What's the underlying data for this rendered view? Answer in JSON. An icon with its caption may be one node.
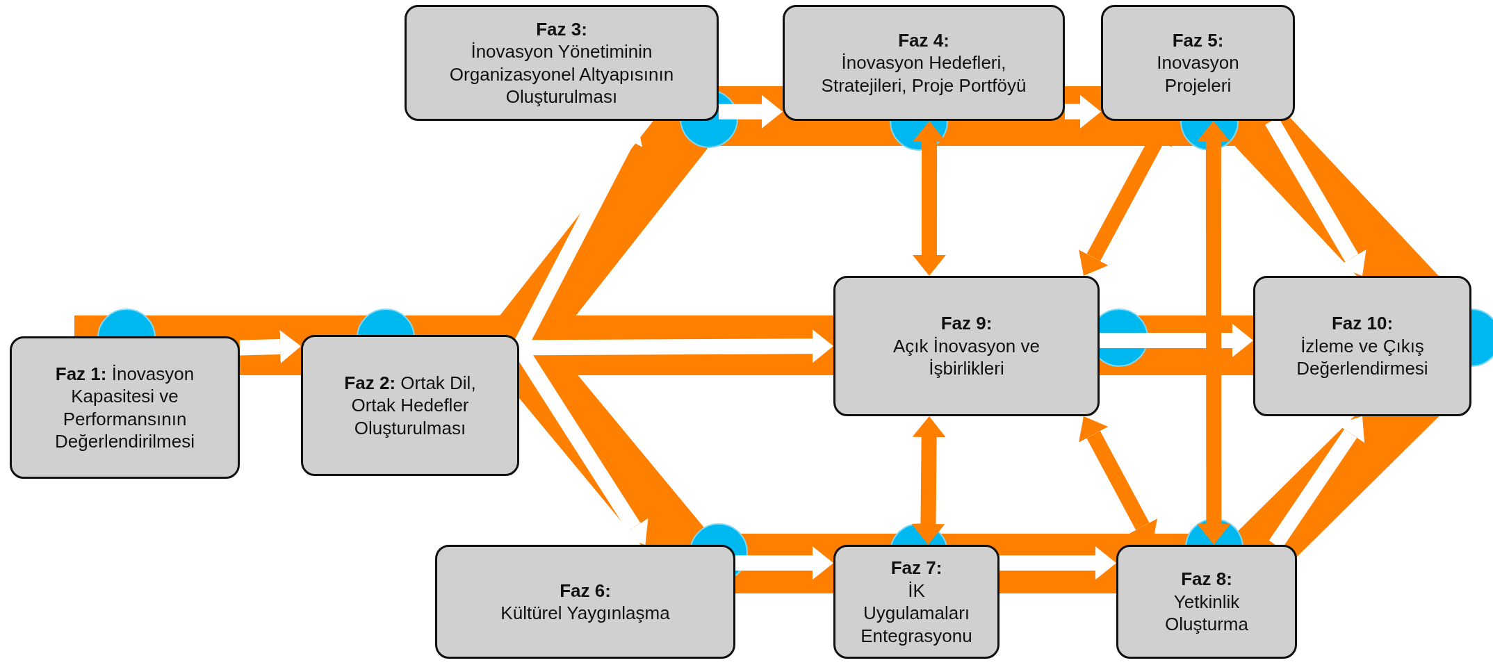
{
  "diagram": {
    "nodes": [
      {
        "text": [
          "**Faz 1:** İnovasyon Kapasitesi ve Performansının Değerlendirilmesi"
        ]
      },
      {
        "text": [
          "**Faz 2:** Ortak Dil, Ortak Hedefler Oluşturulması"
        ]
      },
      {
        "text": [
          "Faz 3:",
          "İnovasyon Yönetiminin Organizasyonel Altyapısının Oluşturulması"
        ]
      },
      {
        "text": [
          "Faz 4:",
          "İnovasyon Hedefleri, Stratejileri, Proje Portföyü"
        ]
      },
      {
        "text": [
          "Faz 5:",
          "Inovasyon Projeleri"
        ]
      },
      {
        "text": [
          "Faz 6:",
          "Kültürel Yaygınlaşma"
        ]
      },
      {
        "text": [
          "Faz 7:",
          "İK Uygulamaları Entegrasyonu"
        ]
      },
      {
        "text": [
          "Faz 8:",
          "Yetkinlik Oluşturma"
        ]
      },
      {
        "text": [
          "Faz 9:",
          "Açık İnovasyon ve İşbirlikleri"
        ]
      },
      {
        "text": [
          "Faz 10:",
          "İzleme ve Çıkış Değerlendirmesi"
        ]
      }
    ],
    "edges": [
      {
        "from": 0,
        "to": 1,
        "arrow": "to"
      },
      {
        "from": 1,
        "to": 2,
        "arrow": "to"
      },
      {
        "from": 1,
        "to": 8,
        "arrow": "to"
      },
      {
        "from": 1,
        "to": 5,
        "arrow": "to"
      },
      {
        "from": 2,
        "to": 3,
        "arrow": "to"
      },
      {
        "from": 3,
        "to": 4,
        "arrow": "to"
      },
      {
        "from": 5,
        "to": 6,
        "arrow": "to"
      },
      {
        "from": 6,
        "to": 7,
        "arrow": "to"
      },
      {
        "from": 8,
        "to": 9,
        "arrow": "to"
      },
      {
        "from": 4,
        "to": 9,
        "arrow": "to"
      },
      {
        "from": 7,
        "to": 9,
        "arrow": "to"
      },
      {
        "from": 3,
        "to": 8,
        "arrow": "both",
        "color": "#ff7f00"
      },
      {
        "from": 8,
        "to": 6,
        "arrow": "both",
        "color": "#ff7f00"
      },
      {
        "from": 4,
        "to": 7,
        "arrow": "both",
        "color": "#ff7f00"
      },
      {
        "from": 8,
        "to": 4,
        "arrow": "both",
        "color": "#ff7f00"
      },
      {
        "from": 8,
        "to": 7,
        "arrow": "both",
        "color": "#ff7f00"
      }
    ]
  }
}
